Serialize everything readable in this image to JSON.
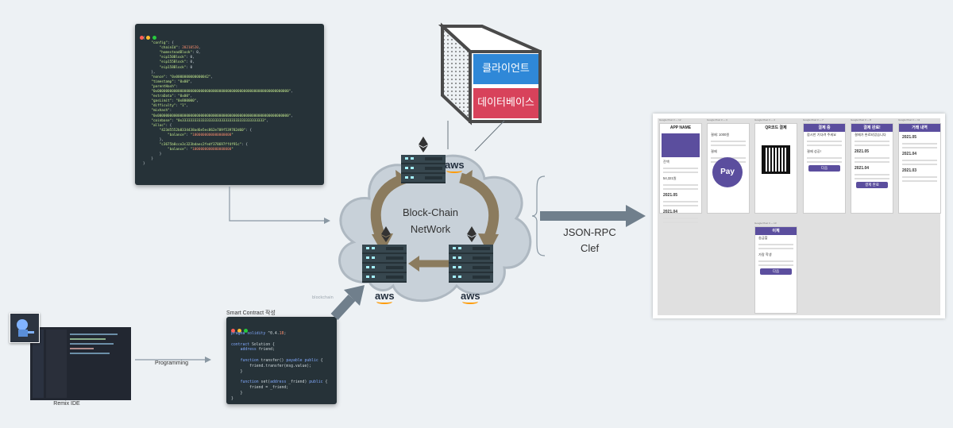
{
  "genesis": {
    "lines": [
      "{",
      "    \"config\": {",
      "        \"chainId\": 20210520,",
      "        \"homesteadBlock\": 0,",
      "        \"eip150Block\": 0,",
      "        \"eip155Block\": 0,",
      "        \"eip158Block\": 0",
      "    },",
      "    \"nonce\": \"0x0000000000000042\",",
      "    \"timestamp\": \"0x00\",",
      "    \"parentHash\":",
      "    \"0x0000000000000000000000000000000000000000000000000000000000000000\",",
      "    \"extraData\": \"0x00\",",
      "    \"gasLimit\": \"0x800000\",",
      "    \"difficulty\": \"1\",",
      "    \"mixhash\":",
      "    \"0x0000000000000000000000000000000000000000000000000000000000000000\",",
      "    \"coinbase\": \"0x3333333333333333333333333333333333333333\",",
      "    \"alloc\": {",
      "        \"423d5552b8334438ad6e5ec862e709f539782d60\": {",
      "            \"balance\": \"1000000000000000000\"",
      "        },",
      "        \"c3675b8cce3c323bdaec2fedf378697ff4f91c\": {",
      "            \"balance\": \"1000000000000000000\"",
      "        }",
      "    }",
      "}"
    ]
  },
  "db_box": {
    "client": "클라이언트",
    "database": "데이터베이스"
  },
  "network": {
    "line1": "Block-Chain",
    "line2": "NetWork",
    "aws": "aws",
    "faint": "blockchain"
  },
  "rpc": {
    "line1": "JSON-RPC",
    "line2": "Clef"
  },
  "remix": {
    "label": "Remix IDE"
  },
  "programming": {
    "label": "Programming"
  },
  "contract": {
    "title": "Smart Contract 작성",
    "lines": [
      "pragma solidity ^0.4.18;",
      "",
      "contract Solution {",
      "    address friend;",
      "",
      "    function transfer() payable public {",
      "        friend.transfer(msg.value);",
      "    }",
      "",
      "    function set(address _friend) public {",
      "        friend = _friend;",
      "    }",
      "}"
    ]
  },
  "colors": {
    "client": "#2f88d8",
    "database": "#d8425b",
    "arrow": "#8b7b5e",
    "code_bg": "#263238",
    "purple": "#5b4e9e"
  },
  "phones": [
    {
      "title": "Google Pixel 3 — 12",
      "header": "APP NAME",
      "items": [
        "잔액",
        "54,321원",
        "2021.05",
        "2021.04"
      ]
    },
    {
      "title": "Google Pixel 3 — 3",
      "header": "",
      "items": [
        "결제: 1000원",
        "결제",
        "Pay"
      ]
    },
    {
      "title": "Google Pixel 3 — 4",
      "header": "QR코드 결제",
      "items": []
    },
    {
      "title": "Google Pixel 3 — 7",
      "header": "결제 중",
      "items": [
        "잠시만 기다려 주세요",
        "결제 성공!",
        "다음"
      ]
    },
    {
      "title": "Google Pixel 3 — 8",
      "header": "결제 완료!",
      "items": [
        "결제가 완료되었습니다",
        "2021.05",
        "2021.04",
        "결제 완료"
      ]
    },
    {
      "title": "Google Pixel 3 — 11",
      "header": "거래 내역",
      "items": [
        "2021.05",
        "2021.04",
        "2021.03"
      ]
    },
    {
      "title": "Google Pixel 3 — 13",
      "header": "이체",
      "items": [
        "송금할",
        "가람 학생",
        "다음"
      ]
    }
  ]
}
